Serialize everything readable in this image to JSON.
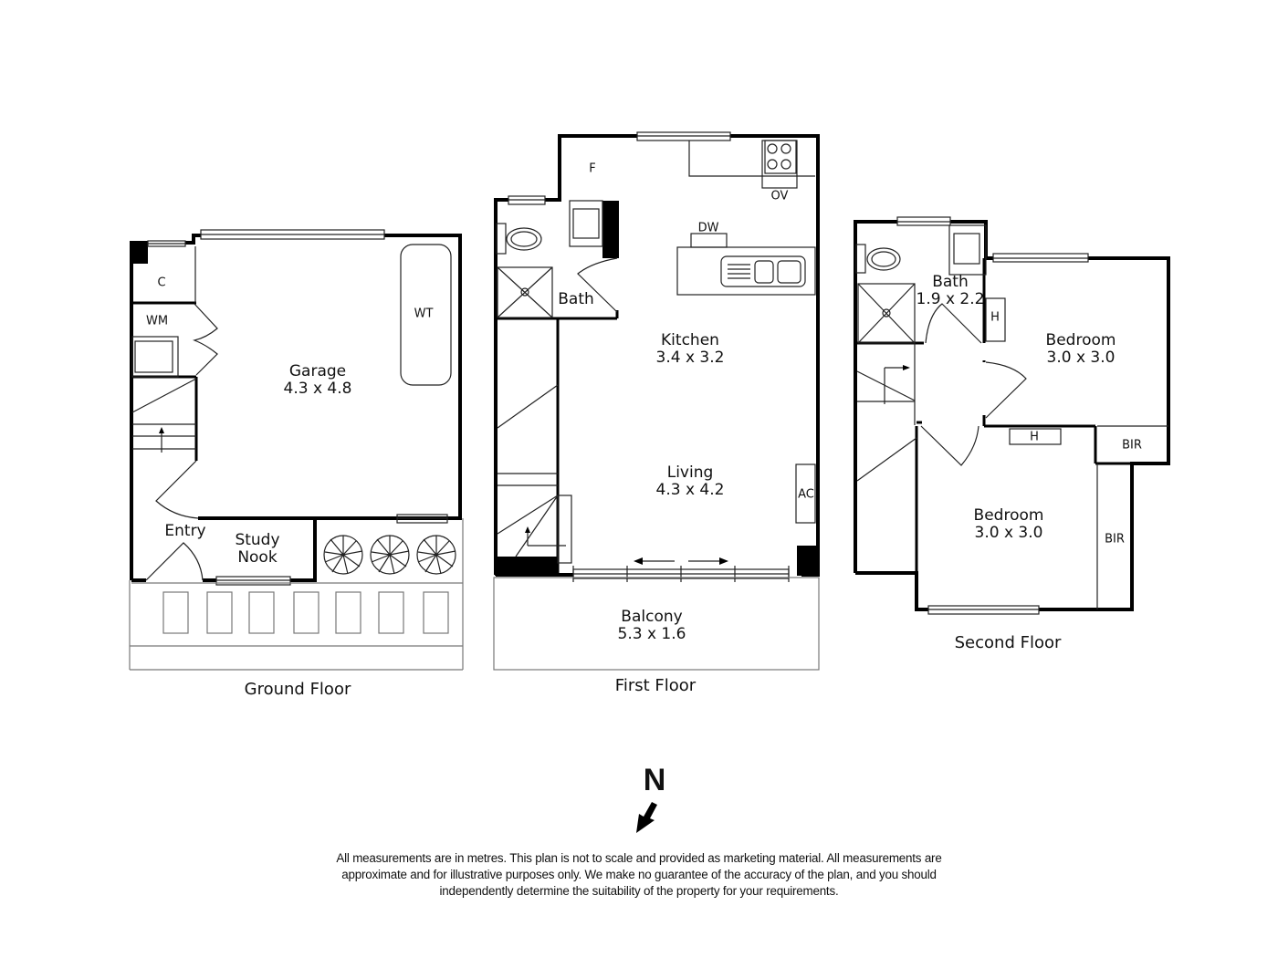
{
  "floors": [
    {
      "name": "Ground Floor",
      "rooms": [
        {
          "name": "Garage",
          "size": "4.3 x 4.8"
        },
        {
          "name": "Entry",
          "size": ""
        },
        {
          "name": "Study",
          "name2": "Nook",
          "size": ""
        }
      ],
      "fixtures": [
        "C",
        "WM",
        "WT"
      ]
    },
    {
      "name": "First Floor",
      "rooms": [
        {
          "name": "Kitchen",
          "size": "3.4 x 3.2"
        },
        {
          "name": "Living",
          "size": "4.3 x 4.2"
        },
        {
          "name": "Balcony",
          "size": "5.3 x 1.6"
        },
        {
          "name": "Bath",
          "size": ""
        }
      ],
      "fixtures": [
        "F",
        "OV",
        "DW",
        "AC"
      ]
    },
    {
      "name": "Second Floor",
      "rooms": [
        {
          "name": "Bath",
          "size": "1.9 x 2.2"
        },
        {
          "name": "Bedroom",
          "size": "3.0 x 3.0"
        },
        {
          "name": "Bedroom",
          "size": "3.0 x 3.0"
        }
      ],
      "fixtures": [
        "H",
        "H",
        "BIR",
        "BIR"
      ]
    }
  ],
  "compass": {
    "label": "N",
    "icon": "north-arrow-icon"
  },
  "disclaimer": {
    "line1": "All measurements are in metres. This plan is not to scale and provided as marketing material. All measurements are",
    "line2": "approximate and for illustrative purposes only. We make no guarantee of the accuracy of the plan, and you should",
    "line3": "independently determine the suitability of the property for your requirements."
  },
  "colors": {
    "wall": "#000000",
    "line": "#222222",
    "background": "#ffffff"
  }
}
